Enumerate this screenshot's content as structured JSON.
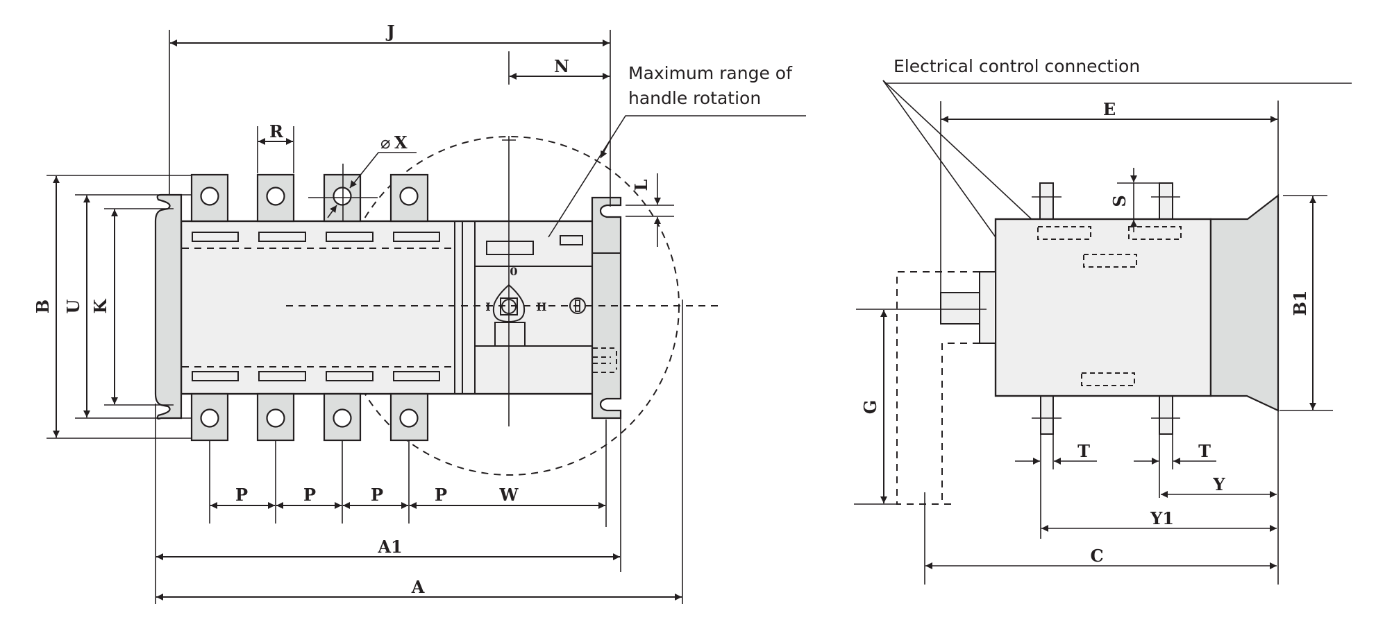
{
  "figure": {
    "title": "Automatic transfer switch outline dimensions",
    "views": [
      "front-view",
      "side-view"
    ]
  },
  "annotations": {
    "handle_rotation_line1": "Maximum range of",
    "handle_rotation_line2": "handle rotation",
    "electrical_control": "Electrical control connection"
  },
  "front_view": {
    "dimensions": {
      "J": "J",
      "N": "N",
      "R": "R",
      "X": "X",
      "diameter_symbol": "⌀",
      "L": "L",
      "B": "B",
      "U": "U",
      "K": "K",
      "P1": "P",
      "P2": "P",
      "P3": "P",
      "P4": "P",
      "W": "W",
      "A1": "A1",
      "A": "A"
    },
    "handle_positions": {
      "off": "0",
      "pos1": "I",
      "pos2": "II"
    },
    "poles": 4
  },
  "side_view": {
    "dimensions": {
      "E": "E",
      "S": "S",
      "B1": "B1",
      "G": "G",
      "T1": "T",
      "T2": "T",
      "Y": "Y",
      "Y1": "Y1",
      "C": "C"
    }
  },
  "colors": {
    "line": "#231f20",
    "body": "#efefef",
    "parts": "#dcdedd",
    "background": "#ffffff"
  }
}
